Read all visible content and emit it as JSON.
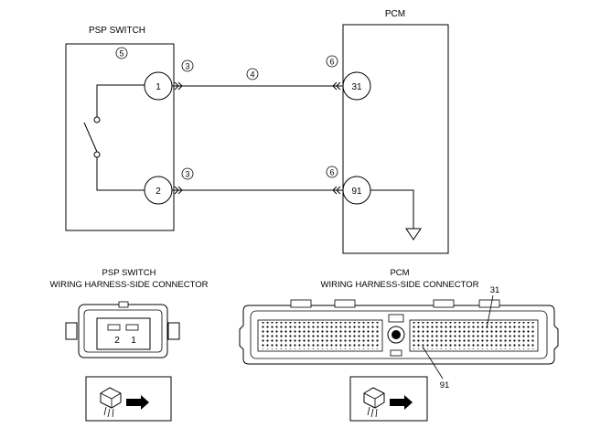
{
  "psp_switch": {
    "title": "PSP SWITCH",
    "ref": "5",
    "pins": [
      "1",
      "2"
    ]
  },
  "pcm": {
    "title": "PCM",
    "pins": [
      "31",
      "91"
    ]
  },
  "wire_refs": {
    "switch_side_top": "3",
    "switch_side_bottom": "3",
    "wire_mid": "4",
    "pcm_side_top": "6",
    "pcm_side_bottom": "6"
  },
  "psp_connector": {
    "title_line1": "PSP SWITCH",
    "title_line2": "WIRING HARNESS-SIDE CONNECTOR",
    "pin_left": "2",
    "pin_right": "1"
  },
  "pcm_connector": {
    "title_line1": "PCM",
    "title_line2": "WIRING HARNESS-SIDE CONNECTOR",
    "callout_top": "31",
    "callout_bottom": "91"
  }
}
